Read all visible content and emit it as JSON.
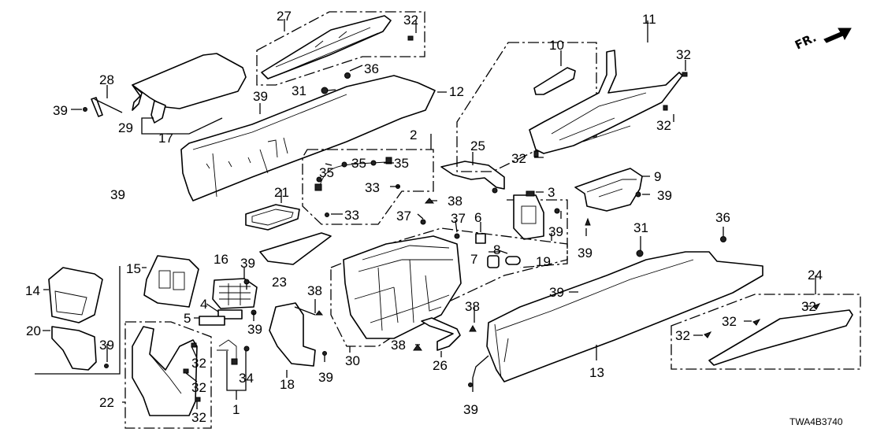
{
  "diagram": {
    "title": "Center Console Exploded Parts Diagram",
    "diagram_code": "TWA4B3740",
    "direction_indicator": "FR.",
    "callouts": [
      {
        "id": "c27",
        "label": "27"
      },
      {
        "id": "c32a",
        "label": "32"
      },
      {
        "id": "c28",
        "label": "28"
      },
      {
        "id": "c39a",
        "label": "39"
      },
      {
        "id": "c36a",
        "label": "36"
      },
      {
        "id": "c31a",
        "label": "31"
      },
      {
        "id": "c12",
        "label": "12"
      },
      {
        "id": "c39b",
        "label": "39"
      },
      {
        "id": "c29",
        "label": "29"
      },
      {
        "id": "c17",
        "label": "17"
      },
      {
        "id": "c11",
        "label": "11"
      },
      {
        "id": "c10",
        "label": "10"
      },
      {
        "id": "c32b",
        "label": "32"
      },
      {
        "id": "c32c",
        "label": "32"
      },
      {
        "id": "c32d",
        "label": "32"
      },
      {
        "id": "c2",
        "label": "2"
      },
      {
        "id": "c35a",
        "label": "35"
      },
      {
        "id": "c35b",
        "label": "35"
      },
      {
        "id": "c35c",
        "label": "35"
      },
      {
        "id": "c33a",
        "label": "33"
      },
      {
        "id": "c33b",
        "label": "33"
      },
      {
        "id": "c25",
        "label": "25"
      },
      {
        "id": "c9",
        "label": "9"
      },
      {
        "id": "c3",
        "label": "3"
      },
      {
        "id": "c39c",
        "label": "39"
      },
      {
        "id": "c39d",
        "label": "39"
      },
      {
        "id": "c21",
        "label": "21"
      },
      {
        "id": "c38a",
        "label": "38"
      },
      {
        "id": "c37a",
        "label": "37"
      },
      {
        "id": "c37b",
        "label": "37"
      },
      {
        "id": "c6",
        "label": "6"
      },
      {
        "id": "c39e",
        "label": "39"
      },
      {
        "id": "c19",
        "label": "19"
      },
      {
        "id": "c8",
        "label": "8"
      },
      {
        "id": "c7",
        "label": "7"
      },
      {
        "id": "c39f",
        "label": "39"
      },
      {
        "id": "c36b",
        "label": "36"
      },
      {
        "id": "c31b",
        "label": "31"
      },
      {
        "id": "c23",
        "label": "23"
      },
      {
        "id": "c16",
        "label": "16"
      },
      {
        "id": "c39g",
        "label": "39"
      },
      {
        "id": "c15",
        "label": "15"
      },
      {
        "id": "c14",
        "label": "14"
      },
      {
        "id": "c4",
        "label": "4"
      },
      {
        "id": "c5",
        "label": "5"
      },
      {
        "id": "c39h",
        "label": "39"
      },
      {
        "id": "c38b",
        "label": "38"
      },
      {
        "id": "c39i",
        "label": "39"
      },
      {
        "id": "c24",
        "label": "24"
      },
      {
        "id": "c32e",
        "label": "32"
      },
      {
        "id": "c32f",
        "label": "32"
      },
      {
        "id": "c32g",
        "label": "32"
      },
      {
        "id": "c20",
        "label": "20"
      },
      {
        "id": "c39j",
        "label": "39"
      },
      {
        "id": "c32h",
        "label": "32"
      },
      {
        "id": "c32i",
        "label": "32"
      },
      {
        "id": "c32j",
        "label": "32"
      },
      {
        "id": "c34",
        "label": "34"
      },
      {
        "id": "c1",
        "label": "1"
      },
      {
        "id": "c22",
        "label": "22"
      },
      {
        "id": "c18",
        "label": "18"
      },
      {
        "id": "c39k",
        "label": "39"
      },
      {
        "id": "c30",
        "label": "30"
      },
      {
        "id": "c38c",
        "label": "38"
      },
      {
        "id": "c38d",
        "label": "38"
      },
      {
        "id": "c26",
        "label": "26"
      },
      {
        "id": "c13",
        "label": "13"
      },
      {
        "id": "c39l",
        "label": "39"
      }
    ]
  }
}
